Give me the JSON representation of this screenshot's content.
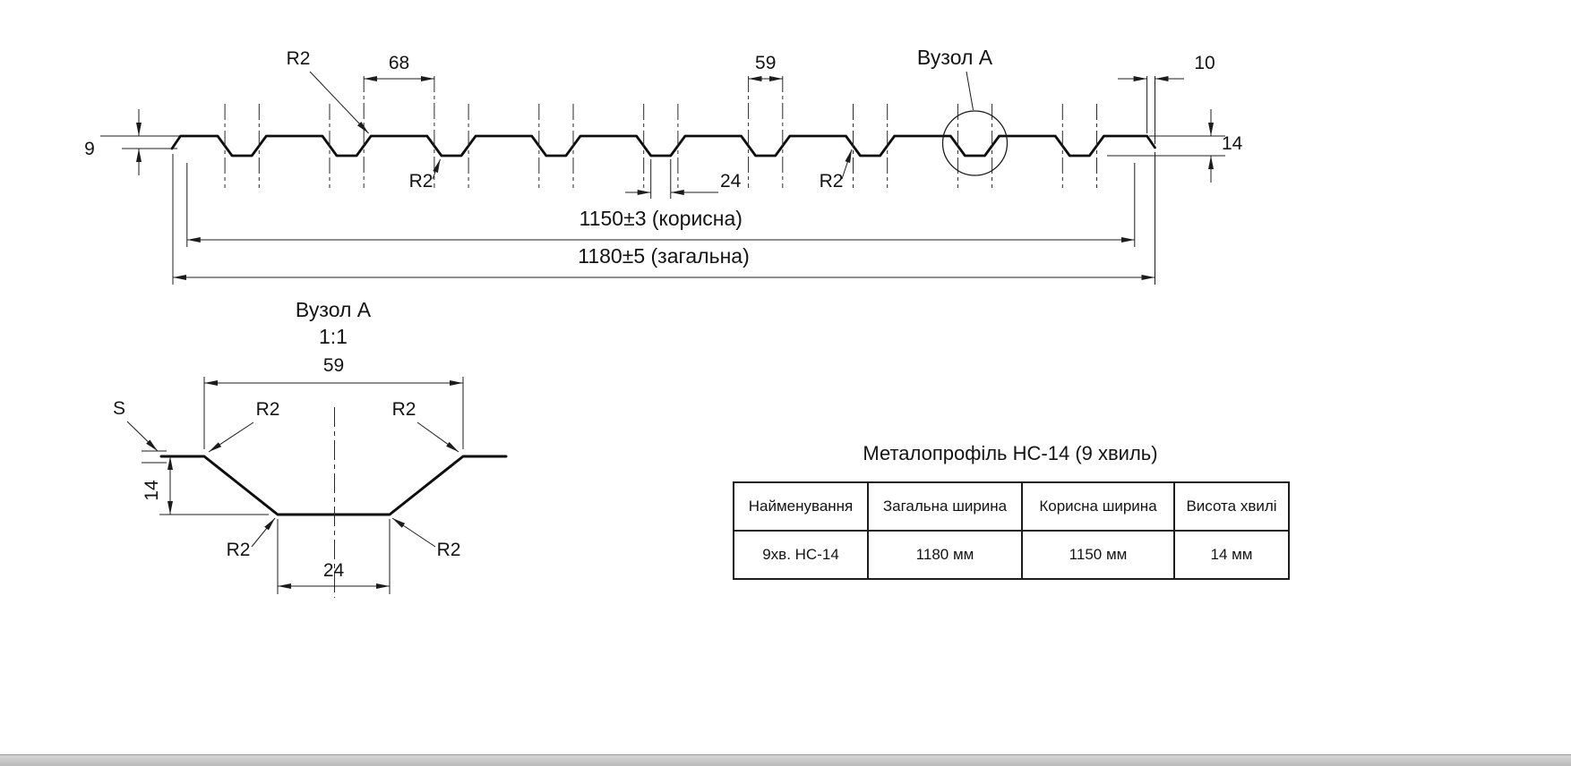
{
  "drawing": {
    "node_callout_label": "Вузол А",
    "dims": {
      "r2": "R2",
      "d9": "9",
      "d10": "10",
      "d14": "14",
      "d24": "24",
      "d59": "59",
      "d68": "68",
      "useful_width": "1150±3 (корисна)",
      "total_width": "1180±5 (загальна)"
    }
  },
  "detail": {
    "title": "Вузол А",
    "scale": "1:1",
    "dims": {
      "r2": "R2",
      "s": "S",
      "d14": "14",
      "d24": "24",
      "d59": "59"
    }
  },
  "table": {
    "title": "Металопрофіль НС-14 (9 хвиль)",
    "headers": [
      "Найменування",
      "Загальна ширина",
      "Корисна ширина",
      "Висота хвилі"
    ],
    "rows": [
      [
        "9хв. НС-14",
        "1180 мм",
        "1150 мм",
        "14 мм"
      ]
    ]
  }
}
